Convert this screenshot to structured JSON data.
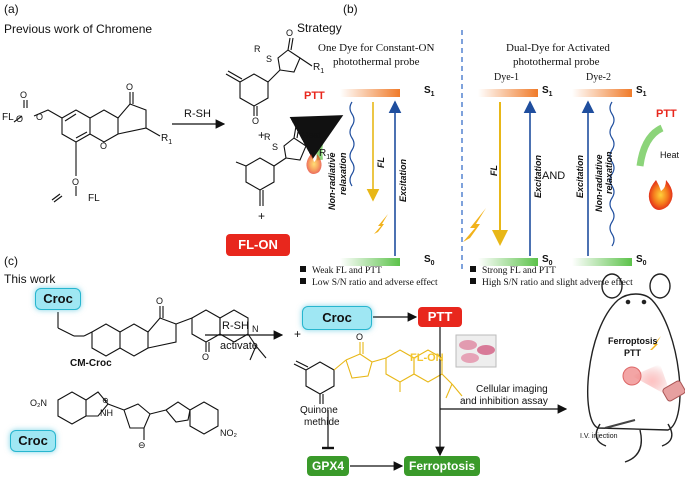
{
  "panel_a": {
    "label": "(a)",
    "title": "Previous work of Chromene",
    "fl_left": "FL",
    "o1": "O",
    "o2": "O",
    "o3": "O",
    "o4": "O",
    "o5": "O",
    "o6": "O",
    "fl_bottom": "FL",
    "r1_start": "R",
    "r1_sub": "1",
    "reagent": "R-SH",
    "p1_r": "R",
    "p1_s": "S",
    "p1_o1": "O",
    "p1_o2": "O",
    "p1_r1": "R",
    "p1_r1_sub": "1",
    "plus1": "+",
    "p2_o1": "O",
    "p2_s": "S",
    "p2_r": "R",
    "p2_r1": "R",
    "p2_r1_sub": "1",
    "plus2": "+",
    "fl_on": "FL-ON"
  },
  "panel_b": {
    "label": "(b)",
    "strategy": "Strategy",
    "left_title_1": "One Dye for Constant-ON",
    "left_title_2": "photothermal probe",
    "right_title_1": "Dual-Dye for Activated",
    "right_title_2": "photothermal probe",
    "ptt": "PTT",
    "heat": "Heat",
    "s1": "S",
    "s1_sub": "1",
    "s0": "S",
    "s0_sub": "0",
    "nonrad_1": "Non-radiative",
    "nonrad_2": "relaxation",
    "fl": "FL",
    "excitation": "Excitation",
    "dye1": "Dye-1",
    "dye2": "Dye-2",
    "and": "AND",
    "left_bullets": [
      "Weak FL and PTT",
      "Low S/N ratio and adverse effect"
    ],
    "right_bullets": [
      "Strong FL and PTT",
      "High S/N ratio and slight adverse effect"
    ]
  },
  "panel_c": {
    "label": "(c)",
    "title": "This work",
    "croc": "Croc",
    "cm_croc": "CM-Croc",
    "reagent": "R-SH",
    "activate": "activate",
    "plus": "+",
    "ptt": "PTT",
    "fl_on": "FL-ON",
    "quinone_1": "Quinone",
    "quinone_2": "methide",
    "gpx4": "GPX4",
    "ferroptosis": "Ferroptosis",
    "cellular_1": "Cellular imaging",
    "cellular_2": "and inhibition assay",
    "mouse_label_1": "Ferroptosis",
    "mouse_label_2": "PTT",
    "iv": "I.V. injection",
    "n": "N",
    "o": "O",
    "o2": "O",
    "o3": "O",
    "nh": "NH",
    "no2_left": "O₂N",
    "no2_right": "NO₂",
    "plus_charge": "⊕",
    "minus_charge": "⊖"
  },
  "colors": {
    "red": "#e8271d",
    "green": "#3a9a2a",
    "yellow": "#f3c52b",
    "blue": "#1f4e9e",
    "cyan": "#9fe7f3",
    "orange": "#f08a2c"
  }
}
